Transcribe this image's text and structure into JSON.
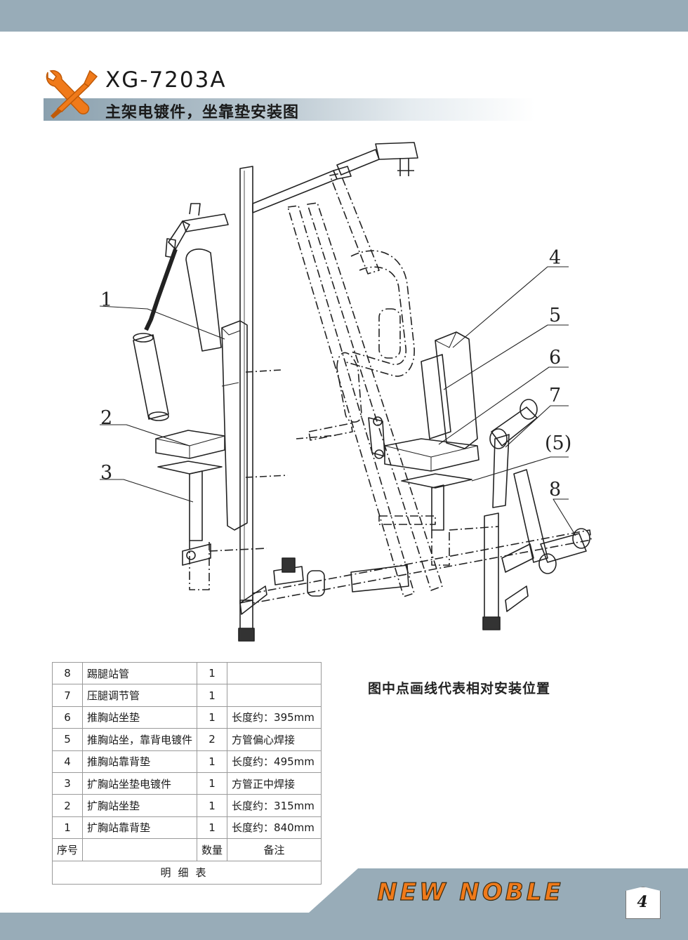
{
  "header": {
    "model": "XG-7203A",
    "subtitle": "主架电镀件，坐靠垫安装图"
  },
  "diagram": {
    "callouts": [
      "1",
      "2",
      "3",
      "4",
      "5",
      "6",
      "7",
      "(5)",
      "8"
    ]
  },
  "note": "图中点画线代表相对安装位置",
  "parts_table": {
    "rows": [
      {
        "no": "8",
        "name": "踢腿站管",
        "qty": "1",
        "remark": ""
      },
      {
        "no": "7",
        "name": "压腿调节管",
        "qty": "1",
        "remark": ""
      },
      {
        "no": "6",
        "name": "推胸站坐垫",
        "qty": "1",
        "remark": "长度约：395mm"
      },
      {
        "no": "5",
        "name": "推胸站坐，靠背电镀件",
        "qty": "2",
        "remark": "方管偏心焊接"
      },
      {
        "no": "4",
        "name": "推胸站靠背垫",
        "qty": "1",
        "remark": "长度约：495mm"
      },
      {
        "no": "3",
        "name": "扩胸站坐垫电镀件",
        "qty": "1",
        "remark": "方管正中焊接"
      },
      {
        "no": "2",
        "name": "扩胸站坐垫",
        "qty": "1",
        "remark": "长度约：315mm"
      },
      {
        "no": "1",
        "name": "扩胸站靠背垫",
        "qty": "1",
        "remark": "长度约：840mm"
      }
    ],
    "header": {
      "no": "序号",
      "name": "",
      "qty": "数量",
      "remark": "备注"
    },
    "footer": "明细表"
  },
  "brand": "NEW NOBLE",
  "page_number": "4",
  "colors": {
    "band": "#98acb8",
    "accent_orange": "#f07a1a"
  },
  "icons": [
    "wrench-screwdriver-icon",
    "book-page-icon"
  ]
}
